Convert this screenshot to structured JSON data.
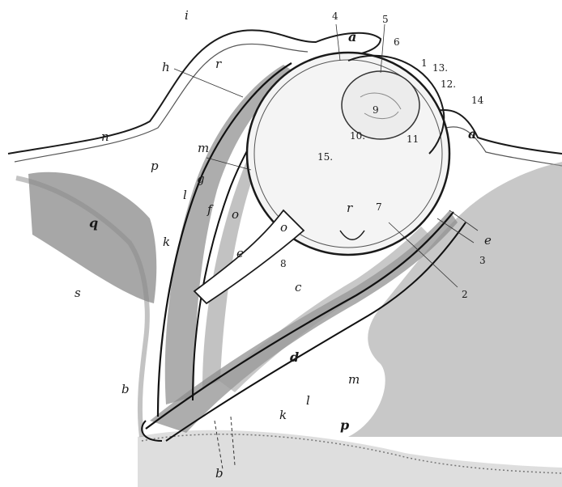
{
  "figure": {
    "colors": {
      "ink": "#1a1a1a",
      "muscle": "#8a8a8a",
      "tissue": "#cfcfcf",
      "bone_stipple": "#b5b5b5",
      "paper": "#ffffff"
    },
    "labels": {
      "i": "i",
      "h": "h",
      "a_upper": "a",
      "a_lower": "a",
      "n": "n",
      "p_left": "p",
      "p_bottom": "p",
      "q": "q",
      "m_upper": "m",
      "m_lower": "m",
      "g": "g",
      "l_left": "l",
      "l_bottom": "l",
      "f": "f",
      "o_upper": "o",
      "o_middle": "o",
      "k_left": "k",
      "k_bottom": "k",
      "e_left": "e",
      "e_right": "e",
      "s": "s",
      "c": "c",
      "b_left": "b",
      "b_bottom": "b",
      "d": "d",
      "r_upper": "r",
      "n1": "1",
      "n2": "2",
      "n3": "3",
      "n4": "4",
      "n5": "5",
      "n6": "6",
      "n7": "7",
      "n8": "8",
      "n9": "9",
      "n10": "10.",
      "n11": "11",
      "n12": "12.",
      "n13": "13.",
      "n14": "14",
      "n15": "15.",
      "r_lower": "r"
    }
  }
}
